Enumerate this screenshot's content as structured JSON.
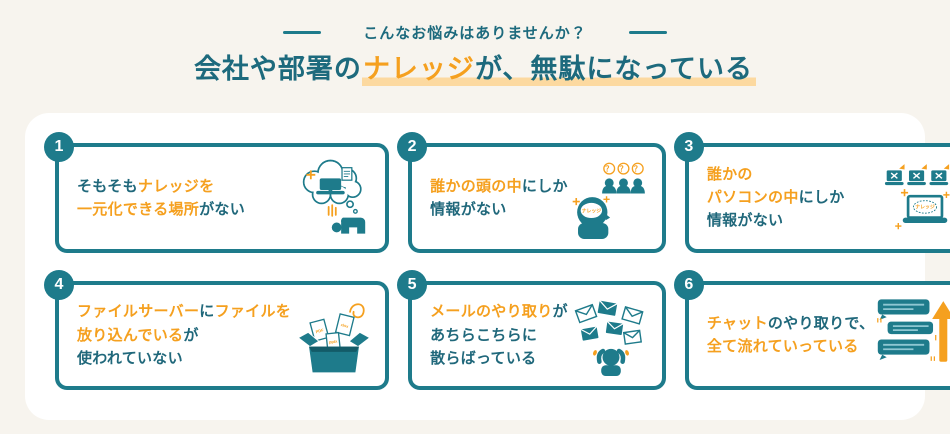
{
  "colors": {
    "teal": "#1e7b8b",
    "teal_text": "#20687b",
    "orange": "#f5a01f",
    "highlight": "#fcd9a0",
    "page_bg": "#f7f4ee",
    "panel_bg": "#ffffff"
  },
  "header": {
    "eyebrow": "こんなお悩みはありませんか？",
    "title_prefix": "会社や部署の",
    "title_highlight_orange": "ナレッジ",
    "title_highlight_teal": "が、無駄になっている"
  },
  "cards": [
    {
      "number": "1",
      "icon": "thought-bubble-laptop-kneeling-person-icon",
      "icon_texts": [],
      "lines": [
        [
          {
            "text": "そもそも",
            "color": "teal"
          },
          {
            "text": "ナレッジを",
            "color": "orange"
          }
        ],
        [
          {
            "text": "一元化できる場所",
            "color": "orange"
          },
          {
            "text": "がない",
            "color": "teal"
          }
        ]
      ]
    },
    {
      "number": "2",
      "icon": "knowledge-in-head-people-question-icon",
      "icon_texts": [
        "？",
        "？",
        "？",
        "ナレッジ"
      ],
      "lines": [
        [
          {
            "text": "誰かの頭の中",
            "color": "orange"
          },
          {
            "text": "にしか",
            "color": "teal"
          }
        ],
        [
          {
            "text": "情報がない",
            "color": "teal"
          }
        ]
      ]
    },
    {
      "number": "3",
      "icon": "knowledge-in-personal-laptops-icon",
      "icon_texts": [
        "ナレッジ"
      ],
      "lines": [
        [
          {
            "text": "誰かの",
            "color": "orange"
          }
        ],
        [
          {
            "text": "パソコンの中",
            "color": "orange"
          },
          {
            "text": "にしか",
            "color": "teal"
          }
        ],
        [
          {
            "text": "情報がない",
            "color": "teal"
          }
        ]
      ]
    },
    {
      "number": "4",
      "icon": "files-thrown-into-box-icon",
      "icon_texts": [
        "PDF",
        "xlsx",
        "pptx"
      ],
      "lines": [
        [
          {
            "text": "ファイルサーバー",
            "color": "orange"
          },
          {
            "text": "に",
            "color": "teal"
          },
          {
            "text": "ファイルを",
            "color": "orange"
          }
        ],
        [
          {
            "text": "放り込んでいる",
            "color": "orange"
          },
          {
            "text": "が",
            "color": "teal"
          }
        ],
        [
          {
            "text": "使われていない",
            "color": "teal"
          }
        ]
      ]
    },
    {
      "number": "5",
      "icon": "scattered-emails-overwhelmed-person-icon",
      "icon_texts": [],
      "lines": [
        [
          {
            "text": "メールのやり取り",
            "color": "orange"
          },
          {
            "text": "が",
            "color": "teal"
          }
        ],
        [
          {
            "text": "あちらこちらに",
            "color": "teal"
          }
        ],
        [
          {
            "text": "散らばっている",
            "color": "teal"
          }
        ]
      ]
    },
    {
      "number": "6",
      "icon": "chat-messages-flowing-up-icon",
      "icon_texts": [],
      "lines": [
        [
          {
            "text": "チャット",
            "color": "orange"
          },
          {
            "text": "のやり取りで、",
            "color": "teal"
          }
        ],
        [
          {
            "text": "全て流れていっている",
            "color": "orange"
          }
        ]
      ]
    }
  ]
}
